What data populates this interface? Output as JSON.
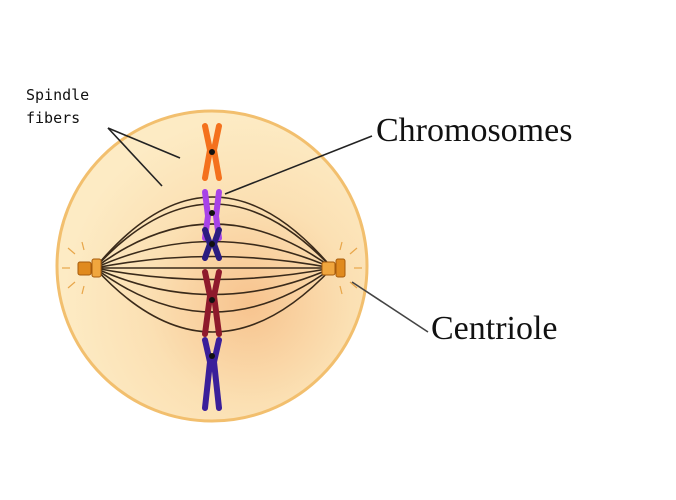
{
  "labels": {
    "spindle_fibers_line1": "Spindle",
    "spindle_fibers_line2": "fibers",
    "chromosomes": "Chromosomes",
    "centriole": "Centriole"
  },
  "colors": {
    "cell_fill": "#fbe2ae",
    "cell_outline": "#f2bf6e",
    "spindle_fiber": "#3a2a1a",
    "centriole": "#e08a1e",
    "chromosome_orange": "#f4711d",
    "chromosome_violet": "#a743e8",
    "chromosome_navy": "#2a1c80",
    "chromosome_maroon": "#8e1a2c",
    "chromosome_indigo": "#3a1f9a",
    "leader_line": "#444444"
  },
  "chromosome_count": 5
}
